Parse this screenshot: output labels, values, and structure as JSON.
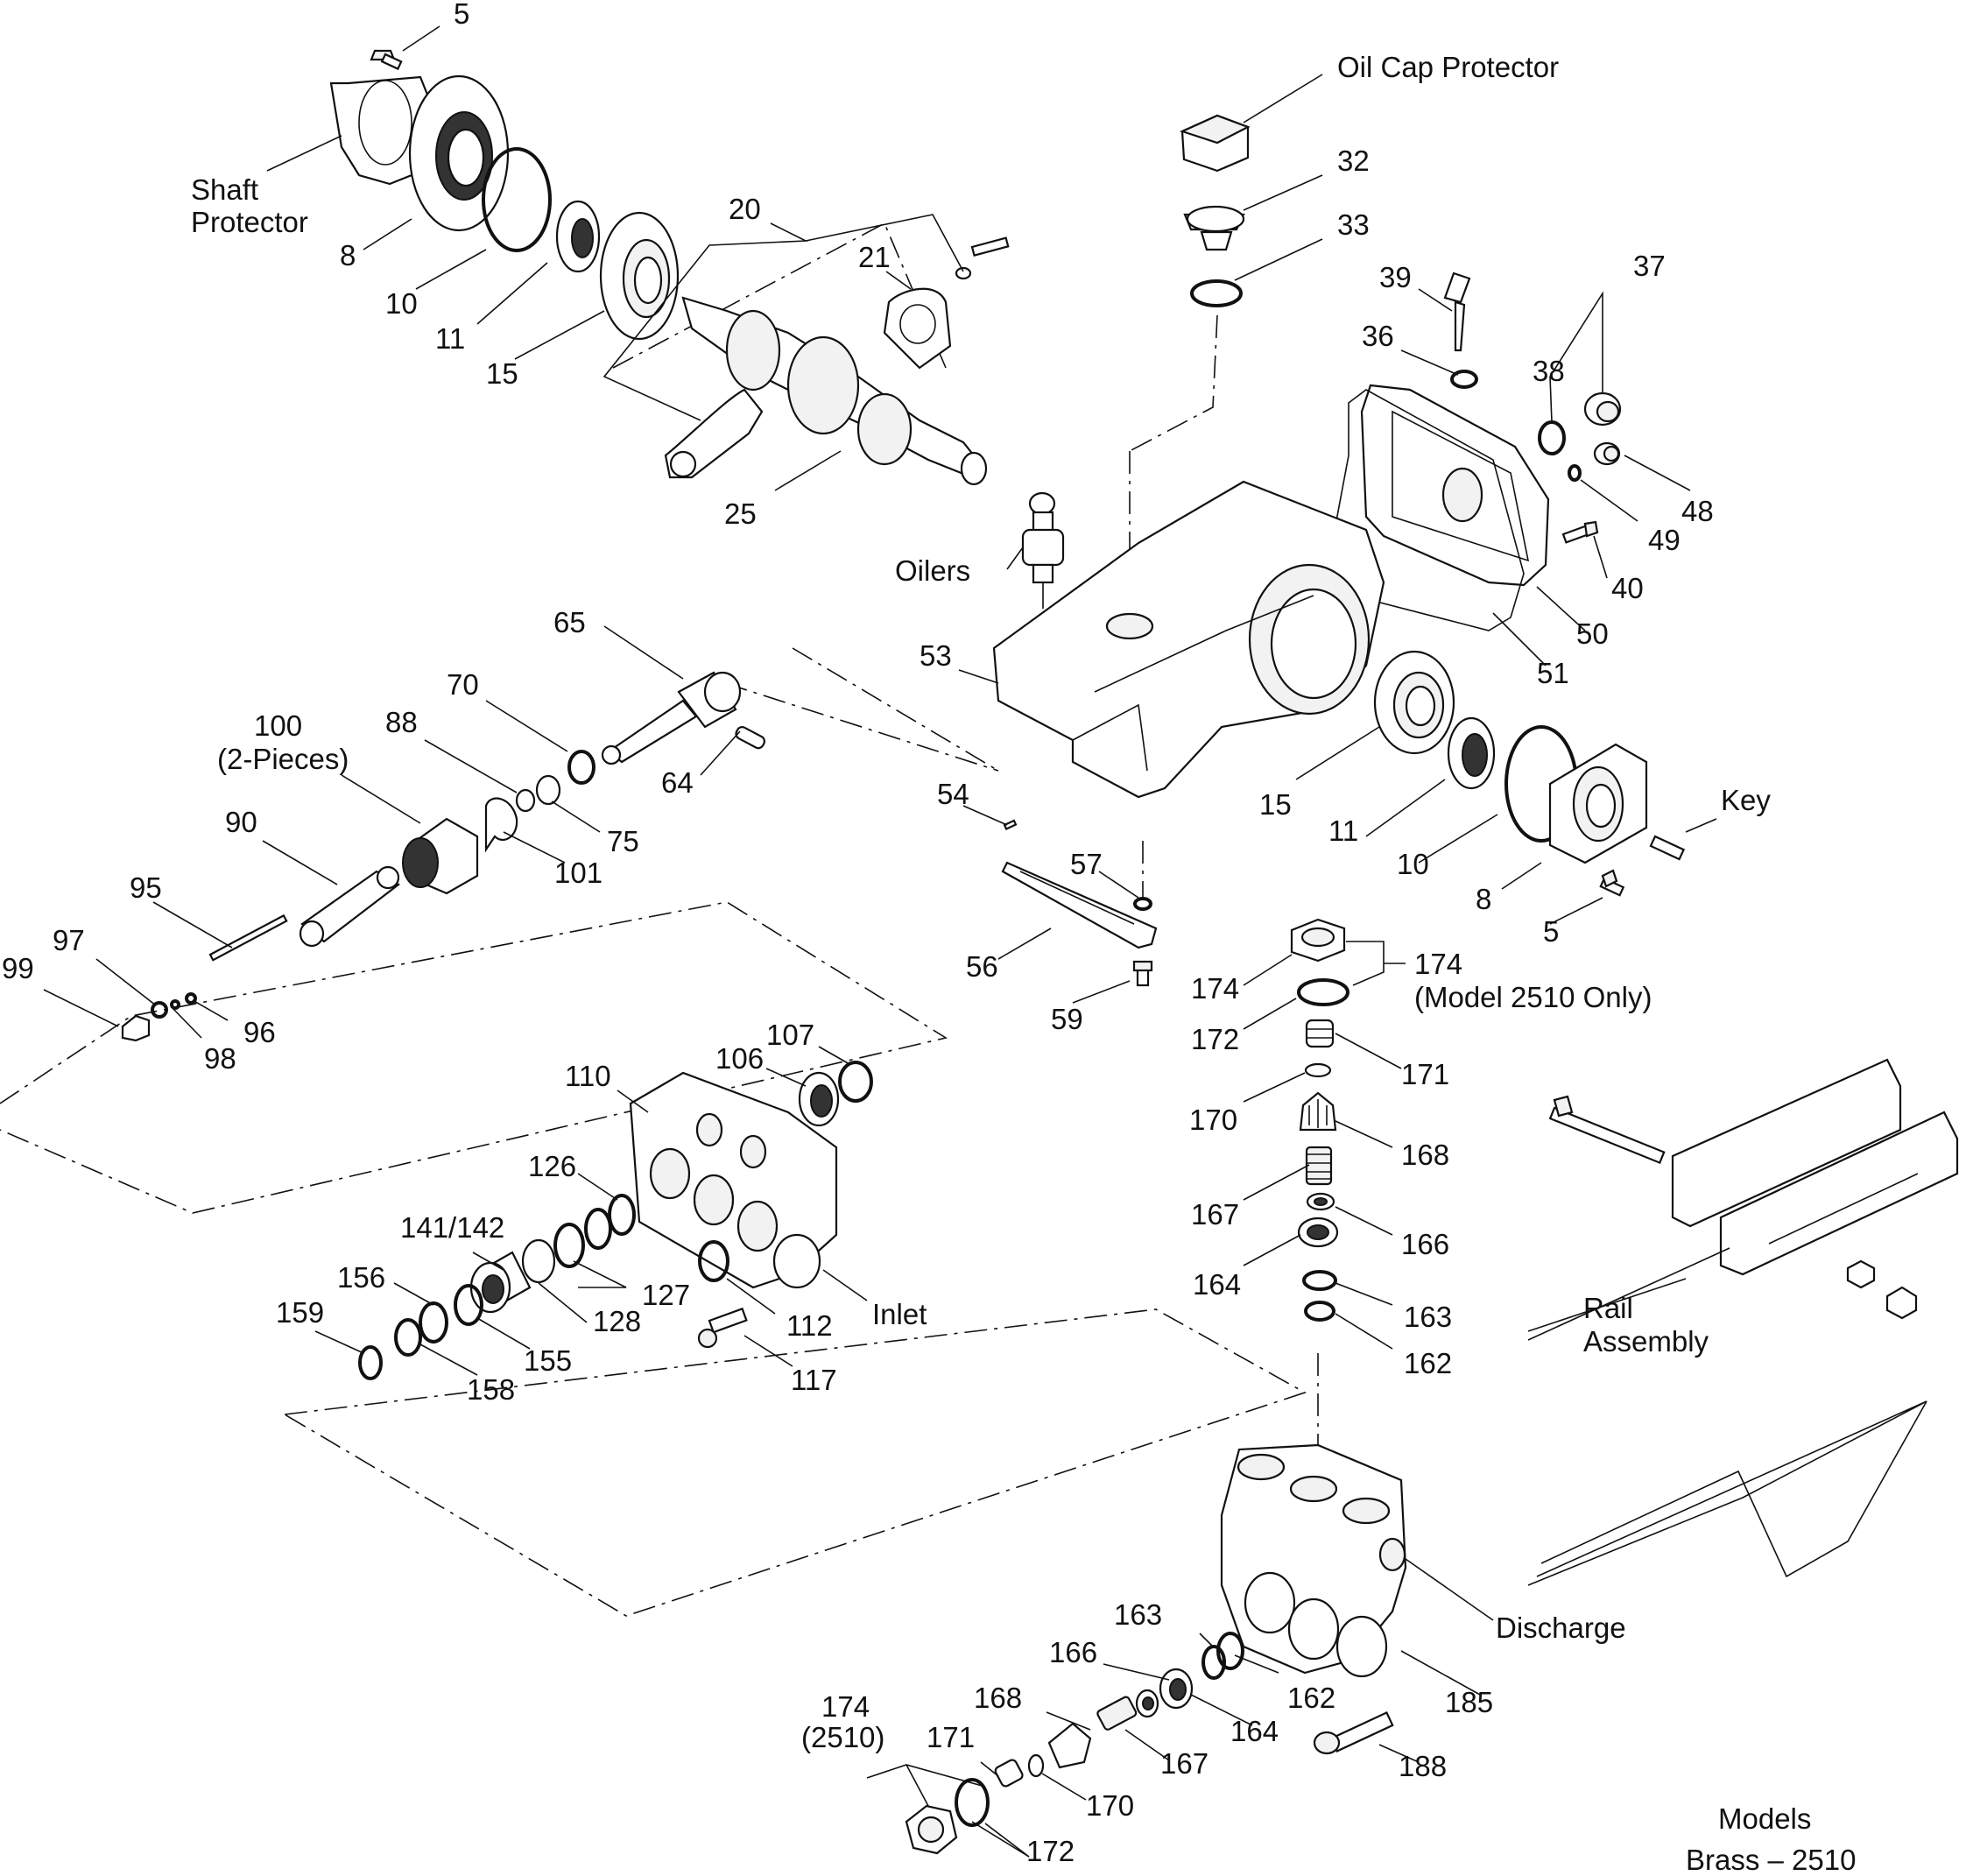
{
  "labels": {
    "l5a": "5",
    "shaft1": "Shaft",
    "shaft2": "Protector",
    "l8a": "8",
    "l10a": "10",
    "l11a": "11",
    "l15a": "15",
    "l20": "20",
    "l21": "21",
    "l25": "25",
    "oilcap": "Oil Cap Protector",
    "l32": "32",
    "l33": "33",
    "l39": "39",
    "l37": "37",
    "l36": "36",
    "l38": "38",
    "l48": "48",
    "l49": "49",
    "l40": "40",
    "l50": "50",
    "l51": "51",
    "oilers": "Oilers",
    "l53": "53",
    "l65": "65",
    "l70": "70",
    "l100": "100",
    "l100b": "(2-Pieces)",
    "l88": "88",
    "l64": "64",
    "l90": "90",
    "l75": "75",
    "l101": "101",
    "l54": "54",
    "l15b": "15",
    "l11b": "11",
    "l10b": "10",
    "key": "Key",
    "l8b": "8",
    "l5b": "5",
    "l57": "57",
    "l95": "95",
    "l97": "97",
    "l99": "99",
    "l96": "96",
    "l98": "98",
    "l56": "56",
    "l59": "59",
    "l174a": "174",
    "l174b": "174",
    "l174b2": "(Model 2510 Only)",
    "l172a": "172",
    "l171a": "171",
    "l170a": "170",
    "l168a": "168",
    "l167a": "167",
    "l166a": "166",
    "l164a": "164",
    "l163a": "163",
    "l162a": "162",
    "l107": "107",
    "l106": "106",
    "l110": "110",
    "l126": "126",
    "l141": "141/142",
    "l127": "127",
    "l156": "156",
    "l128": "128",
    "l112": "112",
    "inlet": "Inlet",
    "l159": "159",
    "l155": "155",
    "l158": "158",
    "l117": "117",
    "rail1": "Rail",
    "rail2": "Assembly",
    "discharge": "Discharge",
    "l163b": "163",
    "l166b": "166",
    "l162b": "162",
    "l185": "185",
    "l168b": "168",
    "l164b": "164",
    "l174c": "174",
    "l174c2": "(2510)",
    "l171b": "171",
    "l167b": "167",
    "l188": "188",
    "l170b": "170",
    "l172b": "172",
    "models1": "Models",
    "models2": "Brass – 2510"
  },
  "parts": {
    "bolt": "bolt-icon",
    "seal": "seal-icon",
    "oring": "o-ring-icon",
    "bearing": "bearing-icon",
    "spring": "spring-icon",
    "valve": "valve-icon",
    "crankshaft": "crankshaft-icon",
    "crankcase": "crankcase-icon",
    "manifold": "manifold-icon"
  }
}
